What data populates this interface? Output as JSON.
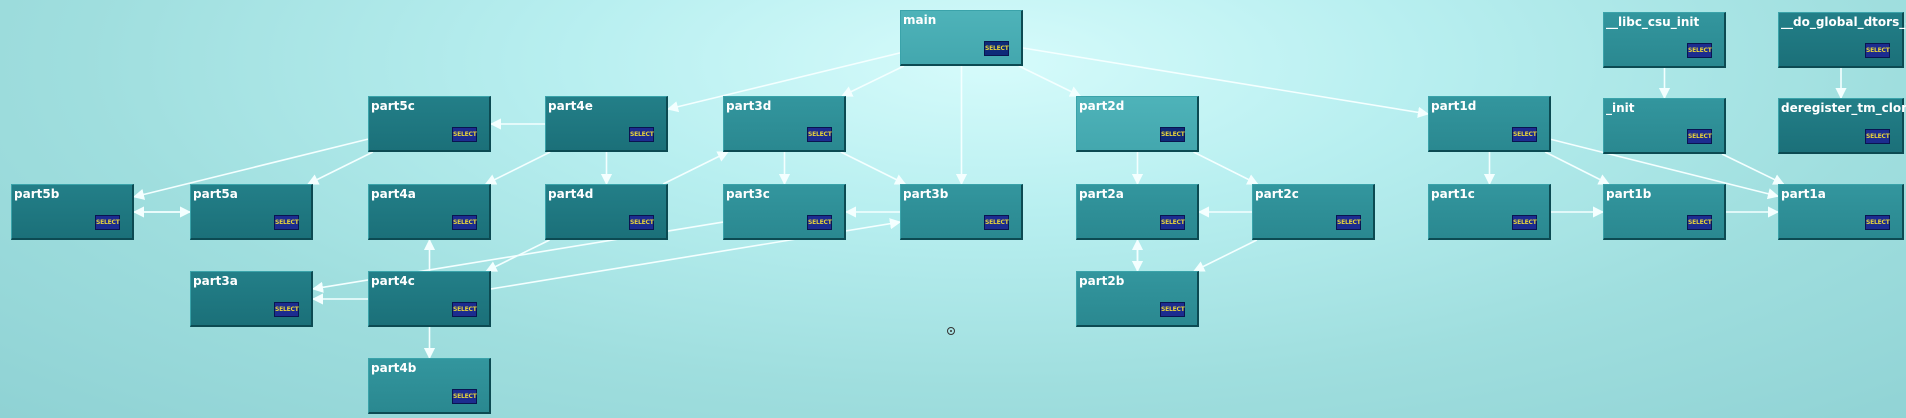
{
  "select_label": "SELECT",
  "colors": {
    "edge": "#f4ffff",
    "select_text": "#e6d23a",
    "select_bg": "#1c2c8f"
  },
  "nodes": [
    {
      "id": "main",
      "label": "main"
    },
    {
      "id": "__libc_csu_init",
      "label": "__libc_csu_init"
    },
    {
      "id": "__do_global_dtors_aux",
      "label": "__do_global_dtors_aux"
    },
    {
      "id": "part5c",
      "label": "part5c"
    },
    {
      "id": "part4e",
      "label": "part4e"
    },
    {
      "id": "part3d",
      "label": "part3d"
    },
    {
      "id": "part2d",
      "label": "part2d"
    },
    {
      "id": "part1d",
      "label": "part1d"
    },
    {
      "id": "_init",
      "label": "_init"
    },
    {
      "id": "deregister_tm_clones",
      "label": "deregister_tm_clones"
    },
    {
      "id": "part5b",
      "label": "part5b"
    },
    {
      "id": "part5a",
      "label": "part5a"
    },
    {
      "id": "part4a",
      "label": "part4a"
    },
    {
      "id": "part4d",
      "label": "part4d"
    },
    {
      "id": "part3c",
      "label": "part3c"
    },
    {
      "id": "part3b",
      "label": "part3b"
    },
    {
      "id": "part2a",
      "label": "part2a"
    },
    {
      "id": "part2c",
      "label": "part2c"
    },
    {
      "id": "part1c",
      "label": "part1c"
    },
    {
      "id": "part1b",
      "label": "part1b"
    },
    {
      "id": "part1a",
      "label": "part1a"
    },
    {
      "id": "part3a",
      "label": "part3a"
    },
    {
      "id": "part4c",
      "label": "part4c"
    },
    {
      "id": "part2b",
      "label": "part2b"
    },
    {
      "id": "part4b",
      "label": "part4b"
    }
  ],
  "edges": [
    [
      "main",
      "part4e"
    ],
    [
      "main",
      "part3d"
    ],
    [
      "main",
      "part3b"
    ],
    [
      "main",
      "part2d"
    ],
    [
      "main",
      "part1d"
    ],
    [
      "part4e",
      "part5c"
    ],
    [
      "part4e",
      "part4d"
    ],
    [
      "part4e",
      "part4a"
    ],
    [
      "part5c",
      "part5a"
    ],
    [
      "part5c",
      "part5b"
    ],
    [
      "part5a",
      "part5b"
    ],
    [
      "part5b",
      "part5a"
    ],
    [
      "part3d",
      "part3c"
    ],
    [
      "part3d",
      "part3b"
    ],
    [
      "part4d",
      "part3d"
    ],
    [
      "part4d",
      "part4c"
    ],
    [
      "part3c",
      "part3a"
    ],
    [
      "part4c",
      "part3a"
    ],
    [
      "part4c",
      "part4a"
    ],
    [
      "part4c",
      "part4b"
    ],
    [
      "part3b",
      "part3c"
    ],
    [
      "part4c",
      "part3b"
    ],
    [
      "part2d",
      "part2a"
    ],
    [
      "part2d",
      "part2c"
    ],
    [
      "part2b",
      "part2a"
    ],
    [
      "part2c",
      "part2a"
    ],
    [
      "part2a",
      "part2b"
    ],
    [
      "part2c",
      "part2b"
    ],
    [
      "__libc_csu_init",
      "_init"
    ],
    [
      "__do_global_dtors_aux",
      "deregister_tm_clones"
    ],
    [
      "part1d",
      "part1c"
    ],
    [
      "part1d",
      "part1b"
    ],
    [
      "part1d",
      "part1a"
    ],
    [
      "part1c",
      "part1b"
    ],
    [
      "part1b",
      "part1a"
    ],
    [
      "_init",
      "part1a"
    ]
  ]
}
